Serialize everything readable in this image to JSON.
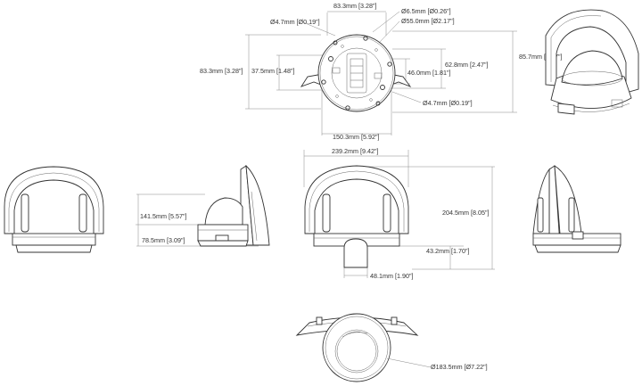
{
  "dimensions": {
    "top_width": "83.3mm [3.28\"]",
    "hole_small_tl": "Ø4.7mm [Ø0.19\"]",
    "hole_6_5": "Ø6.5mm [Ø0.26\"]",
    "circle_55": "Ø55.0mm [Ø2.17\"]",
    "top_height_left": "83.3mm [3.28\"]",
    "inner_37_5": "37.5mm [1.48\"]",
    "right_62_8": "62.8mm [2.47\"]",
    "right_46_0": "46.0mm [1.81\"]",
    "height_85_7": "85.7mm [3.37\"]",
    "hole_small_br": "Ø4.7mm [Ø0.19\"]",
    "width_150_3": "150.3mm [5.92\"]",
    "width_239_2": "239.2mm [9.42\"]",
    "height_141_5": "141.5mm [5.57\"]",
    "height_78_5": "78.5mm [3.09\"]",
    "height_204_5": "204.5mm [8.05\"]",
    "height_43_2": "43.2mm [1.70\"]",
    "width_48_1": "48.1mm [1.90\"]",
    "diameter_183_5": "Ø183.5mm [Ø7.22\"]"
  }
}
